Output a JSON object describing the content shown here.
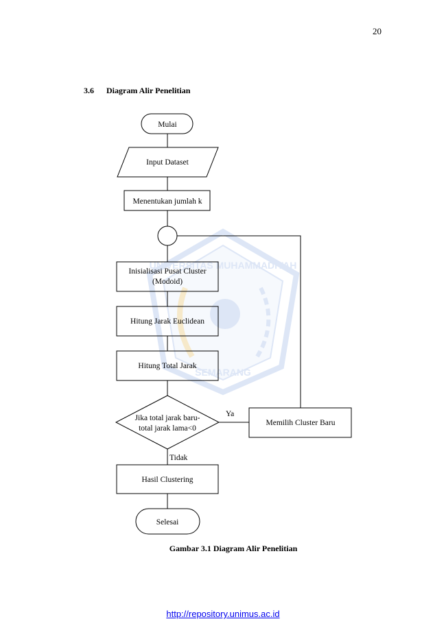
{
  "page_number": "20",
  "section": {
    "number": "3.6",
    "title": "Diagram Alir Penelitian"
  },
  "flowchart": {
    "start": "Mulai",
    "input": "Input Dataset",
    "step_k": "Menentukan jumlah k",
    "init_line1": "Inisialisasi Pusat Cluster",
    "init_line2": "(Modoid)",
    "euclid": "Hitung Jarak Euclidean",
    "total": "Hitung Total Jarak",
    "decision_line1": "Jika total jarak baru-",
    "decision_line2": "total jarak lama<0",
    "yes_label": "Ya",
    "no_label": "Tidak",
    "new_cluster": "Memilih Cluster Baru",
    "result": "Hasil Clustering",
    "end": "Selesai"
  },
  "watermark": {
    "top_text": "UNIVERSITAS MUHAMMADIYAH",
    "bottom_text": "SEMARANG"
  },
  "caption": "Gambar 3.1 Diagram Alir Penelitian",
  "footer_link": "http://repository.unimus.ac.id",
  "colors": {
    "watermark_blue": "#9fb8e6",
    "watermark_gold": "#e6c36a",
    "link": "#0000ee"
  }
}
